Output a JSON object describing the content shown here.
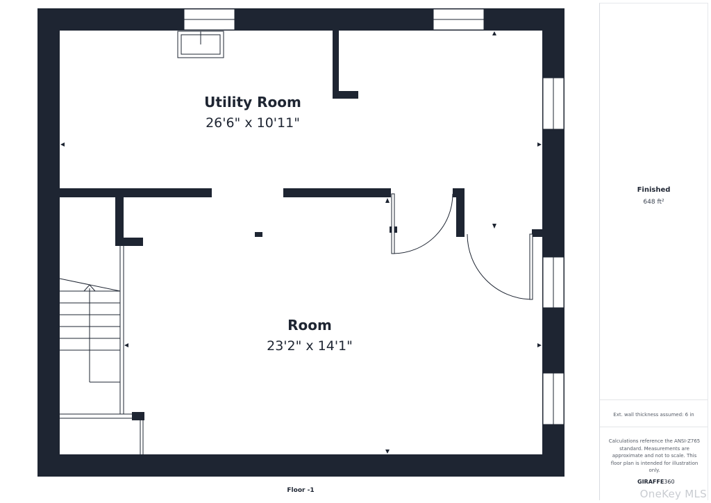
{
  "rooms": {
    "utility": {
      "name": "Utility Room",
      "dimensions": "26'6\" x 10'11\""
    },
    "room": {
      "name": "Room",
      "dimensions": "23'2\" x 14'1\""
    }
  },
  "summary": {
    "finished_label": "Finished",
    "finished_area": "648 ft²"
  },
  "notes": {
    "wall_thickness": "Ext. wall thickness assumed: 6 in",
    "calculations": "Calculations reference the ANSI-Z765 standard. Measurements are approximate and not to scale. This floor plan is intended for illustration only."
  },
  "brand": {
    "prefix": "GIRAFFE",
    "suffix": "360"
  },
  "floor_label": "Floor -1",
  "watermark": "OneKey MLS",
  "colors": {
    "wall": "#1e2532",
    "line": "#1e2532",
    "panel_border": "#d8dbe0"
  }
}
